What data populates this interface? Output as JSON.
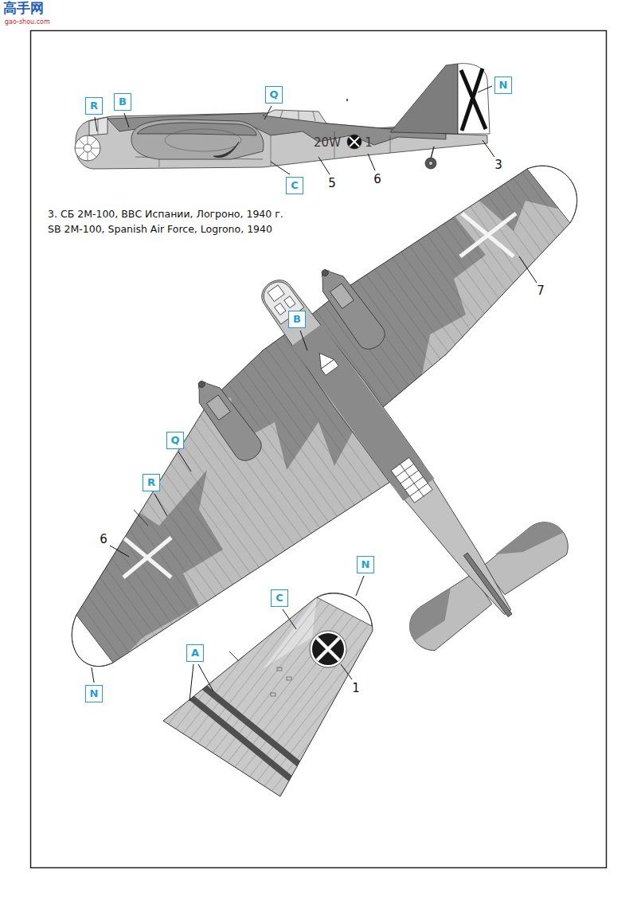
{
  "diagram": {
    "title": "3. СБ 2М-100, ВВС Испании, Логроно, 1940 г.",
    "caption": "SB 2M-100, Spanish Air Force, Logrono, 1940",
    "nodes": [
      {
        "text": [
          "R"
        ]
      },
      {
        "text": [
          "B"
        ]
      },
      {
        "text": [
          "Q"
        ]
      },
      {
        "text": [
          "N"
        ]
      },
      {
        "text": [
          "C"
        ]
      },
      {
        "text": [
          "B"
        ]
      },
      {
        "text": [
          "Q"
        ]
      },
      {
        "text": [
          "R"
        ]
      },
      {
        "text": [
          "N"
        ]
      },
      {
        "text": [
          "C"
        ]
      },
      {
        "text": [
          "A"
        ]
      },
      {
        "text": [
          "N"
        ]
      }
    ],
    "labels": [
      "高手网",
      "gao-shou.com",
      "20W",
      "1",
      "5",
      "6",
      "3",
      "7",
      "6",
      "1"
    ]
  }
}
